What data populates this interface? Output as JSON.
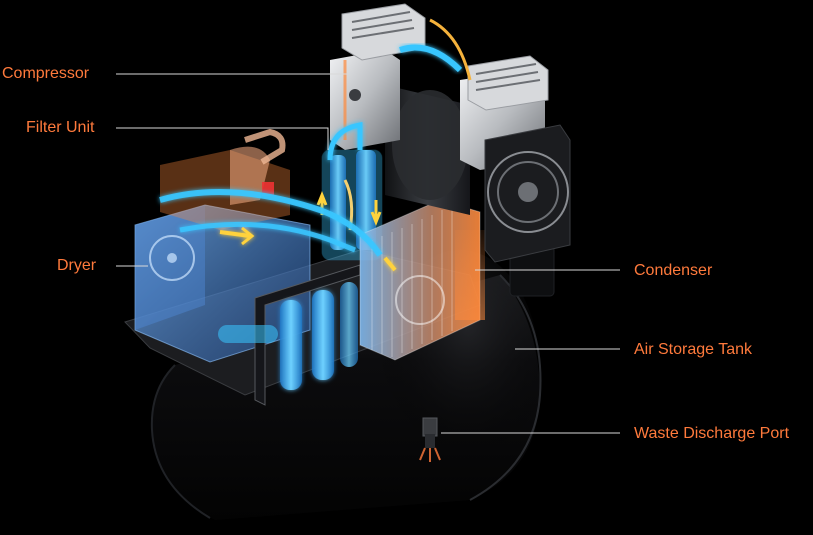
{
  "colors": {
    "background": "#000000",
    "label": "#ff7a3c",
    "leader_line": "#d9d9d9",
    "air_flow": "#39c6ff",
    "heat": "#ff8a3c",
    "metal": "#c7c9cc",
    "motor": "#2c2f33"
  },
  "labels": {
    "compressor": "Compressor",
    "filter_unit": "Filter Unit",
    "dryer": "Dryer",
    "condenser": "Condenser",
    "air_storage_tank": "Air Storage Tank",
    "waste_discharge_port": "Waste Discharge Port"
  }
}
